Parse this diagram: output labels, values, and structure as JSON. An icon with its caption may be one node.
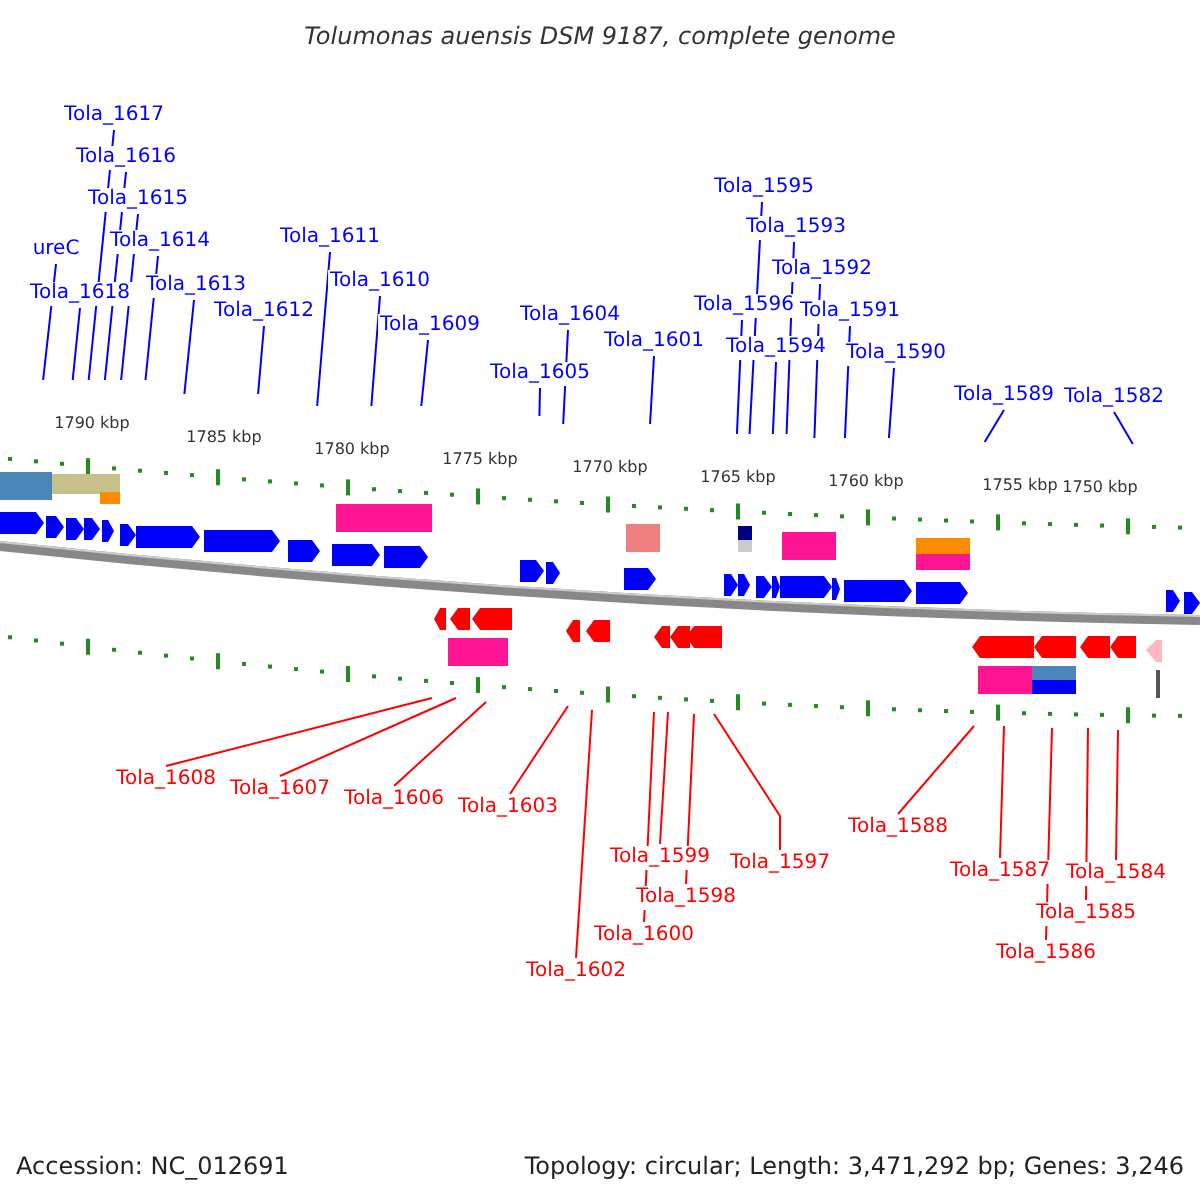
{
  "diagram": {
    "title": "Tolumonas auensis DSM 9187, complete genome",
    "nodes": [
      {
        "text": [
          "ureC"
        ]
      },
      {
        "text": [
          "Tola_1618"
        ]
      },
      {
        "text": [
          "Tola_1617"
        ]
      },
      {
        "text": [
          "Tola_1616"
        ]
      },
      {
        "text": [
          "Tola_1615"
        ]
      },
      {
        "text": [
          "Tola_1614"
        ]
      },
      {
        "text": [
          "Tola_1613"
        ]
      },
      {
        "text": [
          "Tola_1612"
        ]
      },
      {
        "text": [
          "Tola_1611"
        ]
      },
      {
        "text": [
          "Tola_1610"
        ]
      },
      {
        "text": [
          "Tola_1609"
        ]
      },
      {
        "text": [
          "Tola_1605"
        ]
      },
      {
        "text": [
          "Tola_1604"
        ]
      },
      {
        "text": [
          "Tola_1601"
        ]
      },
      {
        "text": [
          "Tola_1595"
        ]
      },
      {
        "text": [
          "Tola_1593"
        ]
      },
      {
        "text": [
          "Tola_1592"
        ]
      },
      {
        "text": [
          "Tola_1596"
        ]
      },
      {
        "text": [
          "Tola_1594"
        ]
      },
      {
        "text": [
          "Tola_1591"
        ]
      },
      {
        "text": [
          "Tola_1590"
        ]
      },
      {
        "text": [
          "Tola_1589"
        ]
      },
      {
        "text": [
          "Tola_1582"
        ]
      },
      {
        "text": [
          "Tola_1608"
        ]
      },
      {
        "text": [
          "Tola_1607"
        ]
      },
      {
        "text": [
          "Tola_1606"
        ]
      },
      {
        "text": [
          "Tola_1603"
        ]
      },
      {
        "text": [
          "Tola_1602"
        ]
      },
      {
        "text": [
          "Tola_1600"
        ]
      },
      {
        "text": [
          "Tola_1599"
        ]
      },
      {
        "text": [
          "Tola_1598"
        ]
      },
      {
        "text": [
          "Tola_1597"
        ]
      },
      {
        "text": [
          "Tola_1588"
        ]
      },
      {
        "text": [
          "Tola_1587"
        ]
      },
      {
        "text": [
          "Tola_1586"
        ]
      },
      {
        "text": [
          "Tola_1585"
        ]
      },
      {
        "text": [
          "Tola_1584"
        ]
      }
    ],
    "edges": [
      {
        "from": 0,
        "to": null,
        "arrow": "none"
      },
      {
        "from": 1,
        "to": null,
        "arrow": "none"
      },
      {
        "from": 2,
        "to": null,
        "arrow": "none"
      },
      {
        "from": 3,
        "to": null,
        "arrow": "none"
      },
      {
        "from": 4,
        "to": null,
        "arrow": "none"
      },
      {
        "from": 5,
        "to": null,
        "arrow": "none"
      },
      {
        "from": 6,
        "to": null,
        "arrow": "none"
      },
      {
        "from": 7,
        "to": null,
        "arrow": "none"
      },
      {
        "from": 8,
        "to": null,
        "arrow": "none"
      },
      {
        "from": 9,
        "to": null,
        "arrow": "none"
      },
      {
        "from": 10,
        "to": null,
        "arrow": "none"
      },
      {
        "from": 11,
        "to": null,
        "arrow": "none"
      },
      {
        "from": 12,
        "to": null,
        "arrow": "none"
      },
      {
        "from": 13,
        "to": null,
        "arrow": "none"
      },
      {
        "from": 14,
        "to": null,
        "arrow": "none"
      },
      {
        "from": 15,
        "to": null,
        "arrow": "none"
      },
      {
        "from": 16,
        "to": null,
        "arrow": "none"
      },
      {
        "from": 17,
        "to": null,
        "arrow": "none"
      },
      {
        "from": 18,
        "to": null,
        "arrow": "none"
      },
      {
        "from": 19,
        "to": null,
        "arrow": "none"
      },
      {
        "from": 20,
        "to": null,
        "arrow": "none"
      },
      {
        "from": 21,
        "to": null,
        "arrow": "none"
      },
      {
        "from": 22,
        "to": null,
        "arrow": "none"
      },
      {
        "from": 23,
        "to": null,
        "arrow": "none",
        "color": "#ff0000"
      },
      {
        "from": 24,
        "to": null,
        "arrow": "none",
        "color": "#ff0000"
      },
      {
        "from": 25,
        "to": null,
        "arrow": "none",
        "color": "#ff0000"
      },
      {
        "from": 26,
        "to": null,
        "arrow": "none",
        "color": "#ff0000"
      },
      {
        "from": 27,
        "to": null,
        "arrow": "none",
        "color": "#ff0000"
      },
      {
        "from": 28,
        "to": null,
        "arrow": "none",
        "color": "#ff0000"
      },
      {
        "from": 29,
        "to": null,
        "arrow": "none",
        "color": "#ff0000"
      },
      {
        "from": 30,
        "to": null,
        "arrow": "none",
        "color": "#ff0000"
      },
      {
        "from": 31,
        "to": null,
        "arrow": "none",
        "color": "#ff0000"
      },
      {
        "from": 32,
        "to": null,
        "arrow": "none",
        "color": "#ff0000"
      },
      {
        "from": 33,
        "to": null,
        "arrow": "none",
        "color": "#ff0000"
      },
      {
        "from": 34,
        "to": null,
        "arrow": "none",
        "color": "#ff0000"
      },
      {
        "from": 35,
        "to": null,
        "arrow": "none",
        "color": "#ff0000"
      },
      {
        "from": 36,
        "to": null,
        "arrow": "none",
        "color": "#ff0000"
      }
    ],
    "labels": [
      "1790 kbp",
      "1785 kbp",
      "1780 kbp",
      "1775 kbp",
      "1770 kbp",
      "1765 kbp",
      "1760 kbp",
      "1755 kbp",
      "1750 kbp",
      "Accession: NC_012691",
      "Topology: circular; Length: 3,471,292 bp; Genes: 3,246"
    ]
  }
}
